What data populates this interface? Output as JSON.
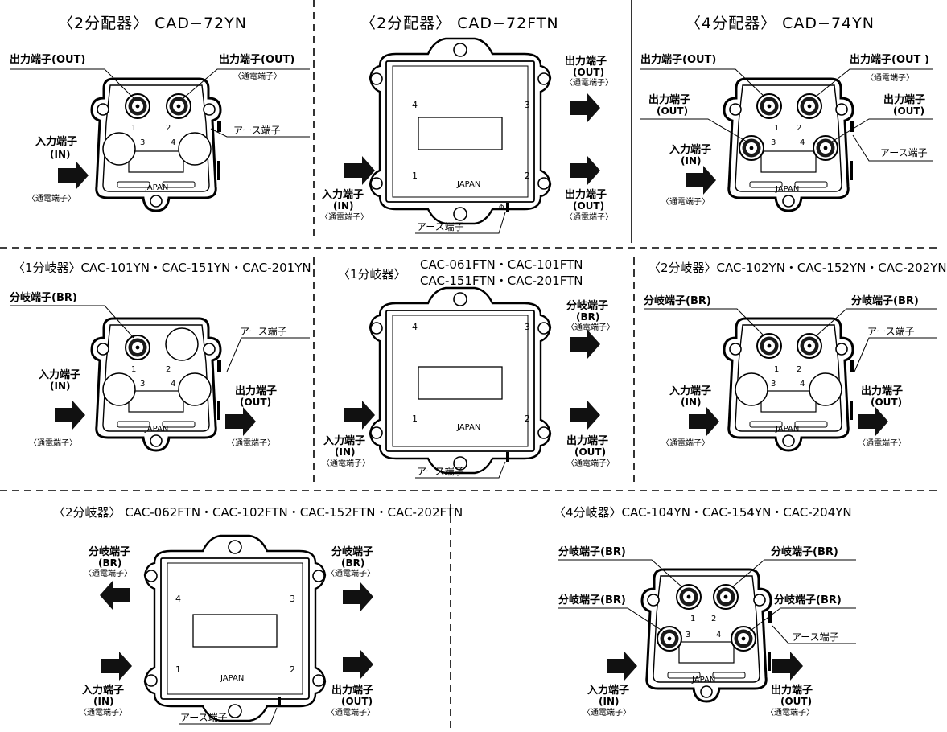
{
  "panels": {
    "p1": {
      "title": "〈2分配器〉 CAD−72YN",
      "out_left": "出力端子(OUT)",
      "out_right": "出力端子(OUT)",
      "out_right_sub": "〈通電端子〉",
      "in": "入力端子",
      "in_sub": "(IN)",
      "in_sub2": "〈通電端子〉",
      "earth": "アース端子",
      "port1": "1",
      "port2": "2",
      "port3": "3",
      "port4": "4",
      "label": "JAPAN"
    },
    "p2": {
      "title": "〈2分配器〉 CAD−72FTN",
      "out_top": "出力端子",
      "out_top_sub": "(OUT)",
      "out_top_sub2": "〈通電端子〉",
      "out_bot": "出力端子",
      "out_bot_sub": "(OUT)",
      "out_bot_sub2": "〈通電端子〉",
      "in": "入力端子",
      "in_sub": "(IN)",
      "in_sub2": "〈通電端子〉",
      "earth": "アース端子",
      "port1": "1",
      "port2": "2",
      "port3": "3",
      "port4": "4",
      "label": "JAPAN"
    },
    "p3": {
      "title": "〈4分配器〉 CAD−74YN",
      "out_tl": "出力端子(OUT)",
      "out_tr": "出力端子(OUT )",
      "out_tr_sub": "〈通電端子〉",
      "out_ml": "出力端子",
      "out_ml_sub": "(OUT)",
      "out_mr": "出力端子",
      "out_mr_sub": "(OUT)",
      "in": "入力端子",
      "in_sub": "(IN)",
      "in_sub2": "〈通電端子〉",
      "earth": "アース端子",
      "port1": "1",
      "port2": "2",
      "port3": "3",
      "port4": "4",
      "label": "JAPAN"
    },
    "p4": {
      "title": "〈1分岐器〉CAC-101YN・CAC-151YN・CAC-201YN",
      "br": "分岐端子(BR)",
      "earth": "アース端子",
      "in": "入力端子",
      "in_sub": "(IN)",
      "in_sub2": "〈通電端子〉",
      "out": "出力端子",
      "out_sub": "(OUT)",
      "out_sub2": "〈通電端子〉",
      "port1": "1",
      "port2": "2",
      "port3": "3",
      "port4": "4",
      "label": "JAPAN"
    },
    "p5": {
      "title_prefix": "〈1分岐器〉",
      "title_line1": "CAC-061FTN・CAC-101FTN",
      "title_line2": "CAC-151FTN・CAC-201FTN",
      "br": "分岐端子",
      "br_sub": "(BR)",
      "br_sub2": "〈通電端子〉",
      "out": "出力端子",
      "out_sub": "(OUT)",
      "out_sub2": "〈通電端子〉",
      "in": "入力端子",
      "in_sub": "(IN)",
      "in_sub2": "〈通電端子〉",
      "earth": "アース端子",
      "port1": "1",
      "port2": "2",
      "port3": "3",
      "port4": "4",
      "label": "JAPAN"
    },
    "p6": {
      "title": "〈2分岐器〉CAC-102YN・CAC-152YN・CAC-202YN",
      "br_left": "分岐端子(BR)",
      "br_right": "分岐端子(BR)",
      "earth": "アース端子",
      "in": "入力端子",
      "in_sub": "(IN)",
      "in_sub2": "〈通電端子〉",
      "out": "出力端子",
      "out_sub": "(OUT)",
      "out_sub2": "〈通電端子〉",
      "port1": "1",
      "port2": "2",
      "port3": "3",
      "port4": "4",
      "label": "JAPAN"
    },
    "p7": {
      "title": "〈2分岐器〉 CAC-062FTN・CAC-102FTN・CAC-152FTN・CAC-202FTN",
      "br_left": "分岐端子",
      "br_left_sub": "(BR)",
      "br_left_sub2": "〈通電端子〉",
      "br_right": "分岐端子",
      "br_right_sub": "(BR)",
      "br_right_sub2": "〈通電端子〉",
      "in": "入力端子",
      "in_sub": "(IN)",
      "in_sub2": "〈通電端子〉",
      "out": "出力端子",
      "out_sub": "(OUT)",
      "out_sub2": "〈通電端子〉",
      "earth": "アース端子",
      "port1": "1",
      "port2": "2",
      "port3": "3",
      "port4": "4",
      "label": "JAPAN"
    },
    "p8": {
      "title": "〈4分岐器〉CAC-104YN・CAC-154YN・CAC-204YN",
      "br_tl": "分岐端子(BR)",
      "br_tr": "分岐端子(BR)",
      "br_ml": "分岐端子(BR)",
      "br_mr": "分岐端子(BR)",
      "earth": "アース端子",
      "in": "入力端子",
      "in_sub": "(IN)",
      "in_sub2": "〈通電端子〉",
      "out": "出力端子",
      "out_sub": "(OUT)",
      "out_sub2": "〈通電端子〉",
      "port1": "1",
      "port2": "2",
      "port3": "3",
      "port4": "4",
      "label": "JAPAN"
    }
  }
}
